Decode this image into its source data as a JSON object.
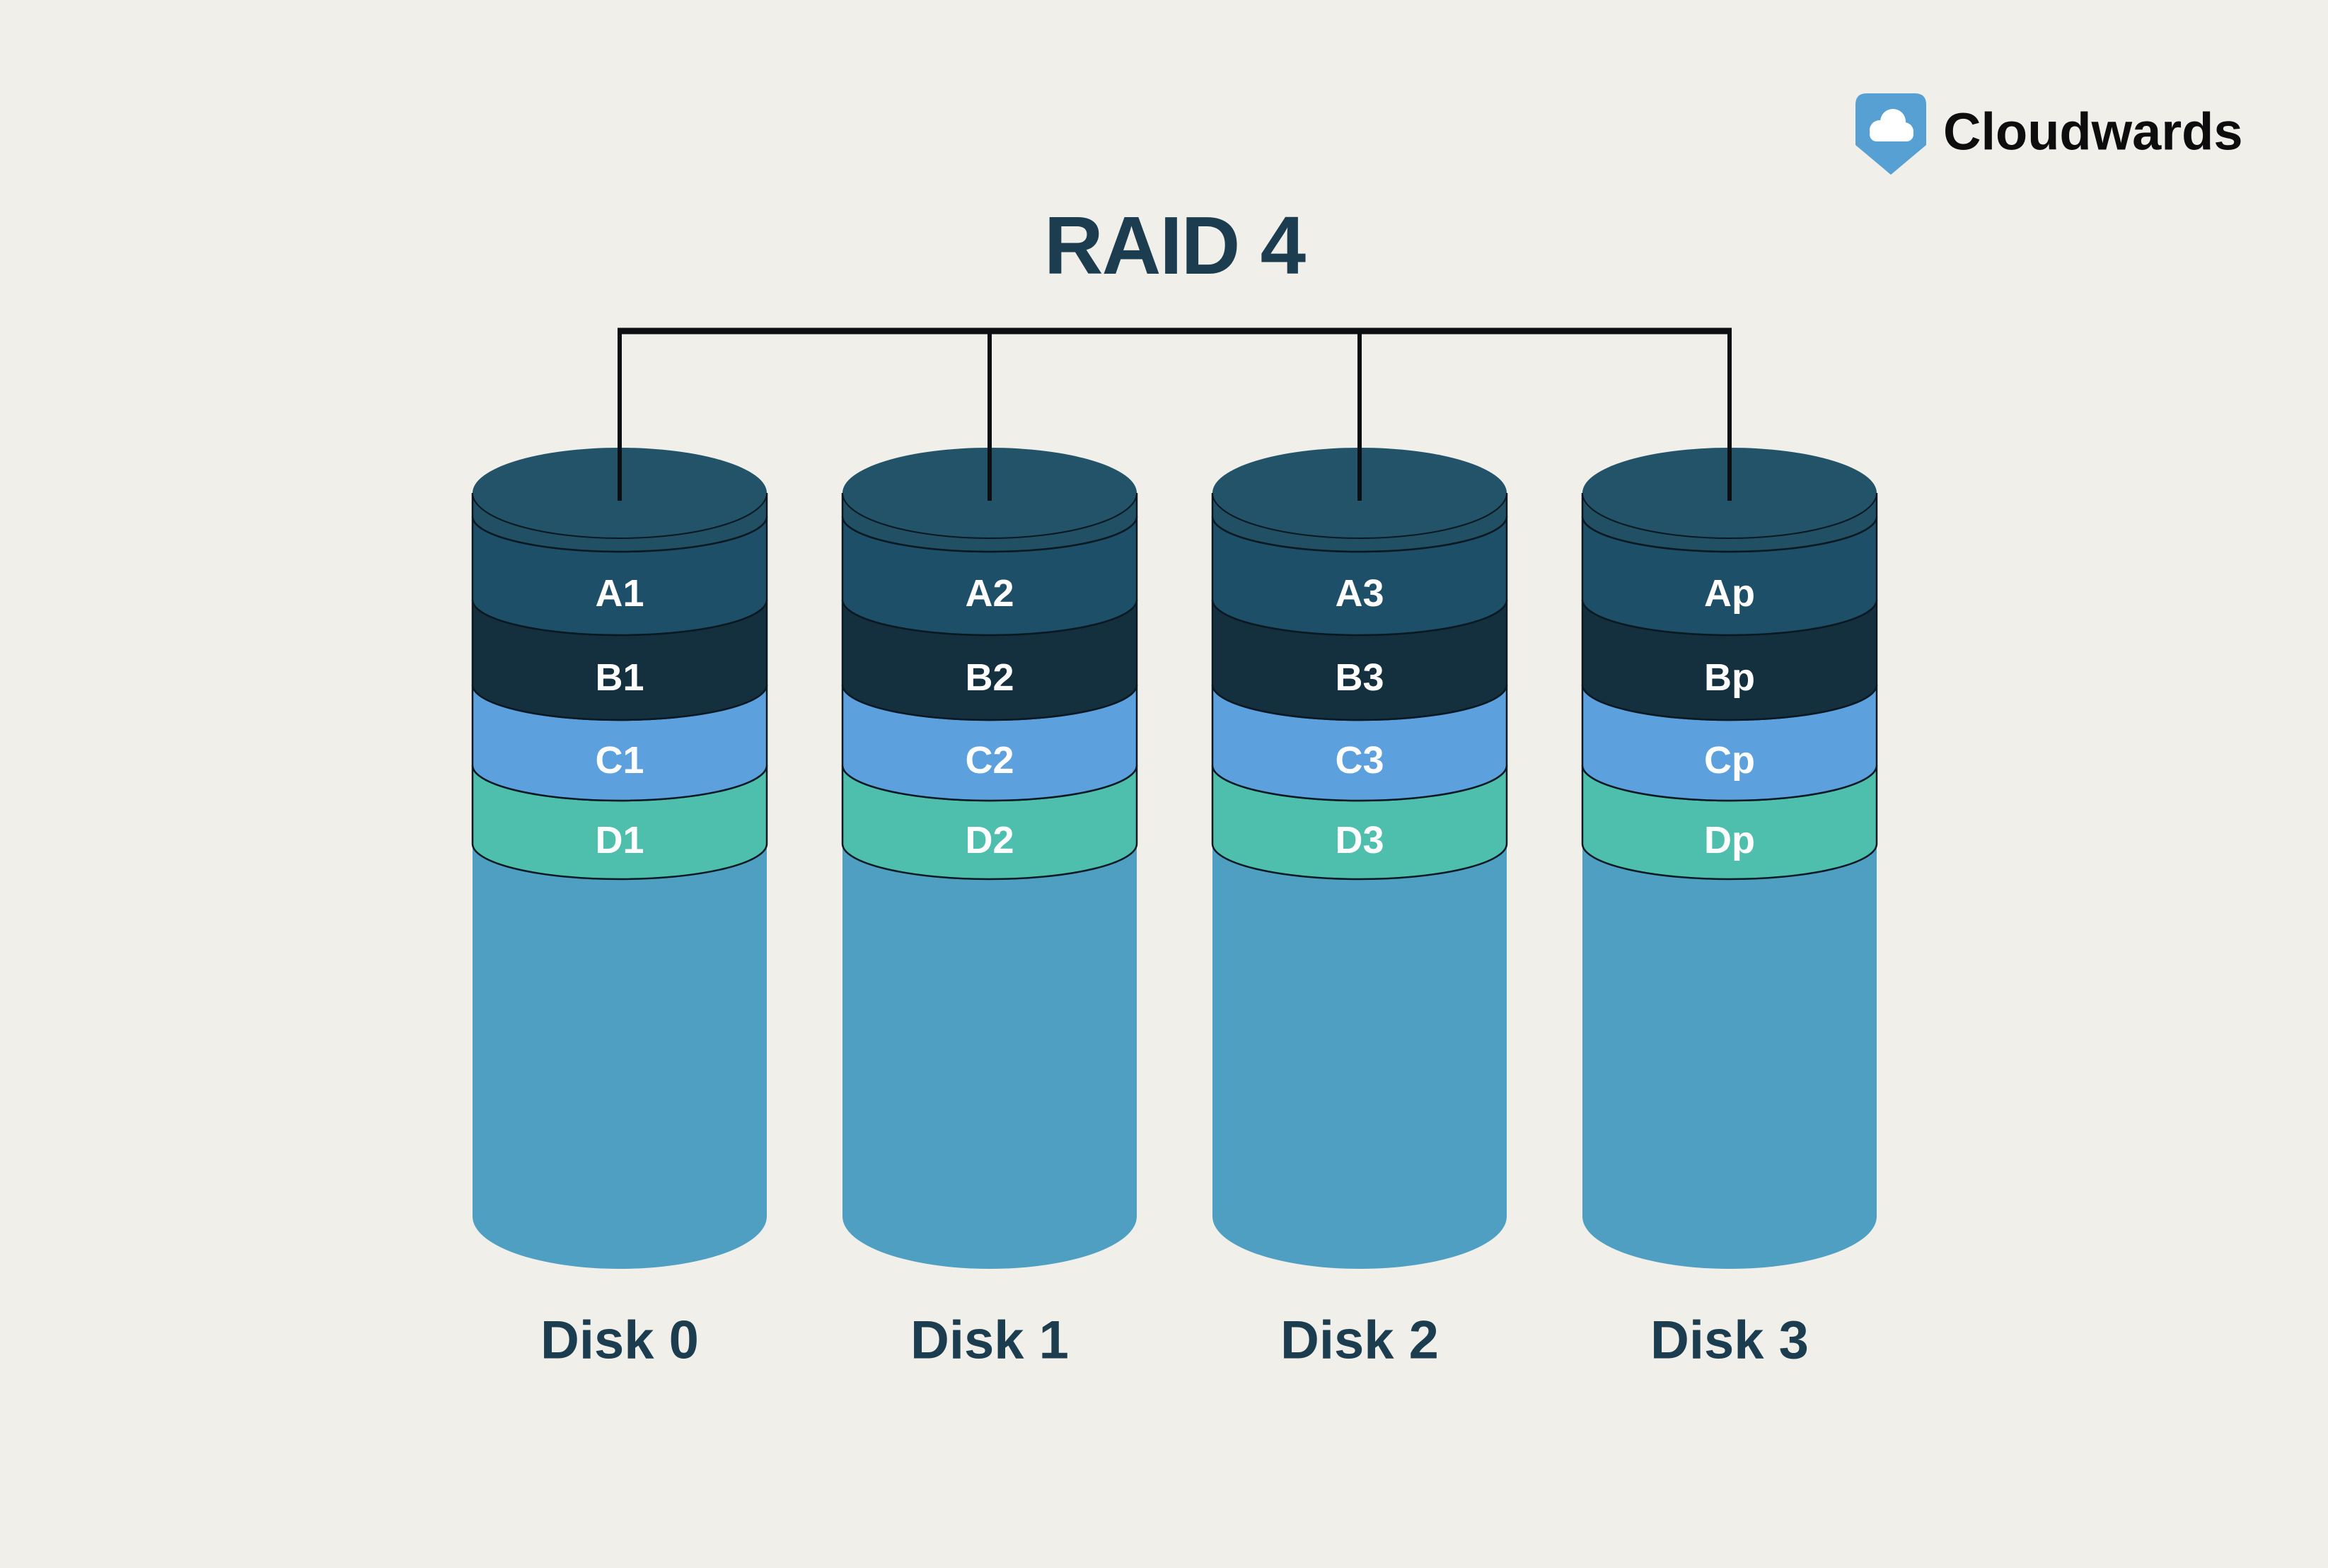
{
  "title": "RAID 4",
  "logo": {
    "text": "Cloudwards",
    "shield_color": "#57A0D3",
    "cloud_color": "#FFFFFF",
    "text_color": "#0D0D0D"
  },
  "background_color": "#F0EFEA",
  "colors": {
    "cap_surface": "#225368",
    "cap_wall": "#215064",
    "block_a": "#1D4F68",
    "block_b": "#14303F",
    "block_c": "#5CA0DD",
    "block_d": "#4FBFAD",
    "cylinder_body": "#4F9FC3",
    "outline": "#0A1822",
    "connector": "#0C0F12",
    "block_label_text": "#FFFFFF",
    "heading_text": "#1C3D4F"
  },
  "disks": [
    {
      "name": "Disk 0",
      "blocks": [
        "A1",
        "B1",
        "C1",
        "D1"
      ]
    },
    {
      "name": "Disk 1",
      "blocks": [
        "A2",
        "B2",
        "C2",
        "D2"
      ]
    },
    {
      "name": "Disk 2",
      "blocks": [
        "A3",
        "B3",
        "C3",
        "D3"
      ]
    },
    {
      "name": "Disk 3",
      "blocks": [
        "Ap",
        "Bp",
        "Cp",
        "Dp"
      ]
    }
  ]
}
